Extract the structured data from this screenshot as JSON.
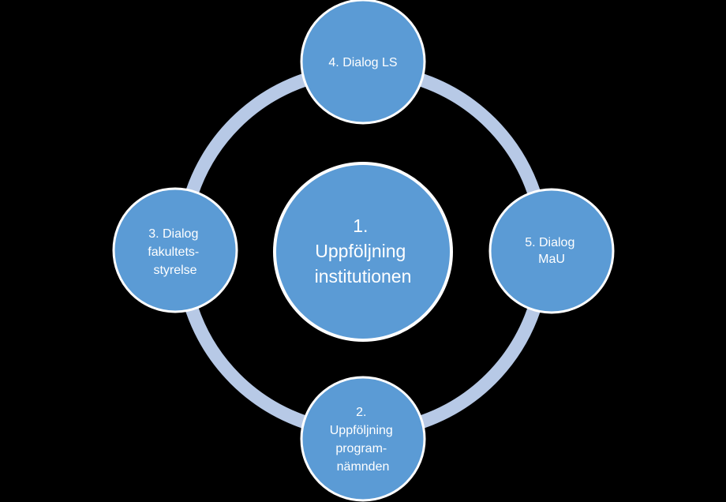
{
  "colors": {
    "background": "#000000",
    "ring": "#b7c9e6",
    "node_fill": "#5b9bd5",
    "node_border": "#ffffff",
    "text": "#ffffff"
  },
  "center": {
    "lines": [
      "1.",
      "Uppföljning",
      "institutionen"
    ]
  },
  "nodes": [
    {
      "id": "top",
      "lines": [
        "4. Dialog LS"
      ]
    },
    {
      "id": "right",
      "lines": [
        "5. Dialog",
        "MaU"
      ]
    },
    {
      "id": "bottom",
      "lines": [
        "2.",
        "Uppföljning",
        "program-",
        "nämnden"
      ]
    },
    {
      "id": "left",
      "lines": [
        "3. Dialog",
        "fakultets-",
        "styrelse"
      ]
    }
  ]
}
